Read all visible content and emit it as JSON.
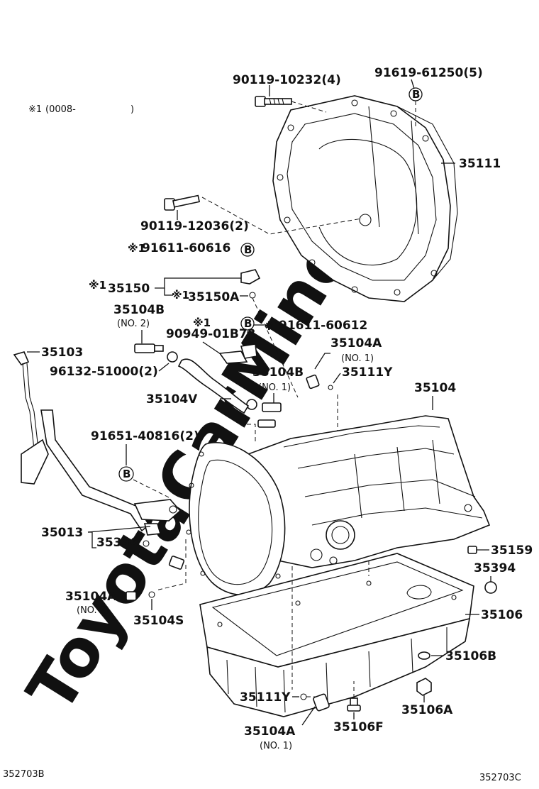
{
  "watermark": "ToyotaCarMine.ru",
  "note": {
    "mark": "※1",
    "range": "(0008-",
    "range_close": ")"
  },
  "footer": {
    "left": "352703B",
    "right": "352703C"
  },
  "labels": {
    "p90119_10232": "90119-10232(4)",
    "p91619_61250": "91619-61250(5)",
    "p35111": "35111",
    "p90119_12036": "90119-12036(2)",
    "p91611_60616": "91611-60616",
    "p35150": "35150",
    "p35150A": "35150A",
    "p35104B_1": "35104B",
    "no2_a": "(NO. 2)",
    "p90949_01B73": "90949-01B73",
    "p91611_60612": "91611-60612",
    "p35103": "35103",
    "p96132_51000": "96132-51000(2)",
    "p35104A_1": "35104A",
    "no1_a": "(NO. 1)",
    "p35104B_2": "35104B",
    "no1_b": "(NO. 1)",
    "p35111Y_1": "35111Y",
    "p35104V": "35104V",
    "p35104": "35104",
    "p91651_40816": "91651-40816(2)",
    "p35013": "35013",
    "p35336": "35336",
    "p35159": "35159",
    "p35394": "35394",
    "p35104A_2": "35104A",
    "no2_b": "(NO. 2)",
    "p35104S": "35104S",
    "p35106": "35106",
    "p35106B": "35106B",
    "p35111Y_2": "35111Y",
    "p35106A": "35106A",
    "p35106F": "35106F",
    "p35104A_3": "35104A",
    "no1_c": "(NO. 1)"
  },
  "marks": {
    "star1": "※1",
    "B": "B"
  }
}
